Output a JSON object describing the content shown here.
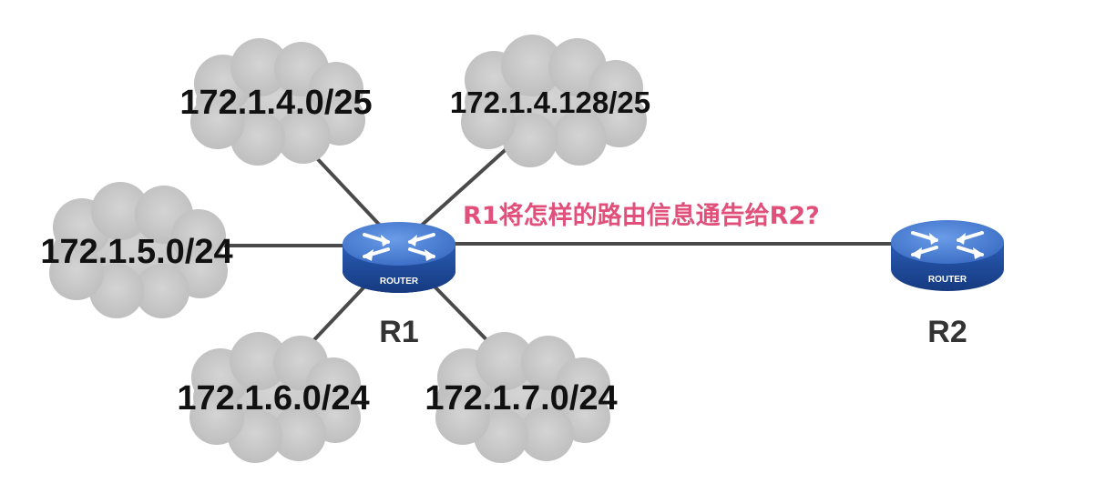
{
  "diagram": {
    "question": "R1将怎样的路由信息通告给R2?",
    "colors": {
      "cloud": "#c8c8c8",
      "link": "#4a4a4a",
      "router_top": "#4a7fd6",
      "router_side": "#1e4a9a",
      "question_text": "#e0507a"
    },
    "networks": [
      {
        "id": "net-1",
        "label": "172.1.4.0/25"
      },
      {
        "id": "net-2",
        "label": "172.1.4.128/25"
      },
      {
        "id": "net-3",
        "label": "172.1.5.0/24"
      },
      {
        "id": "net-4",
        "label": "172.1.6.0/24"
      },
      {
        "id": "net-5",
        "label": "172.1.7.0/24"
      }
    ],
    "routers": [
      {
        "id": "r1",
        "name": "R1",
        "tag": "ROUTER",
        "icon": "router-icon"
      },
      {
        "id": "r2",
        "name": "R2",
        "tag": "ROUTER",
        "icon": "router-icon"
      }
    ]
  }
}
